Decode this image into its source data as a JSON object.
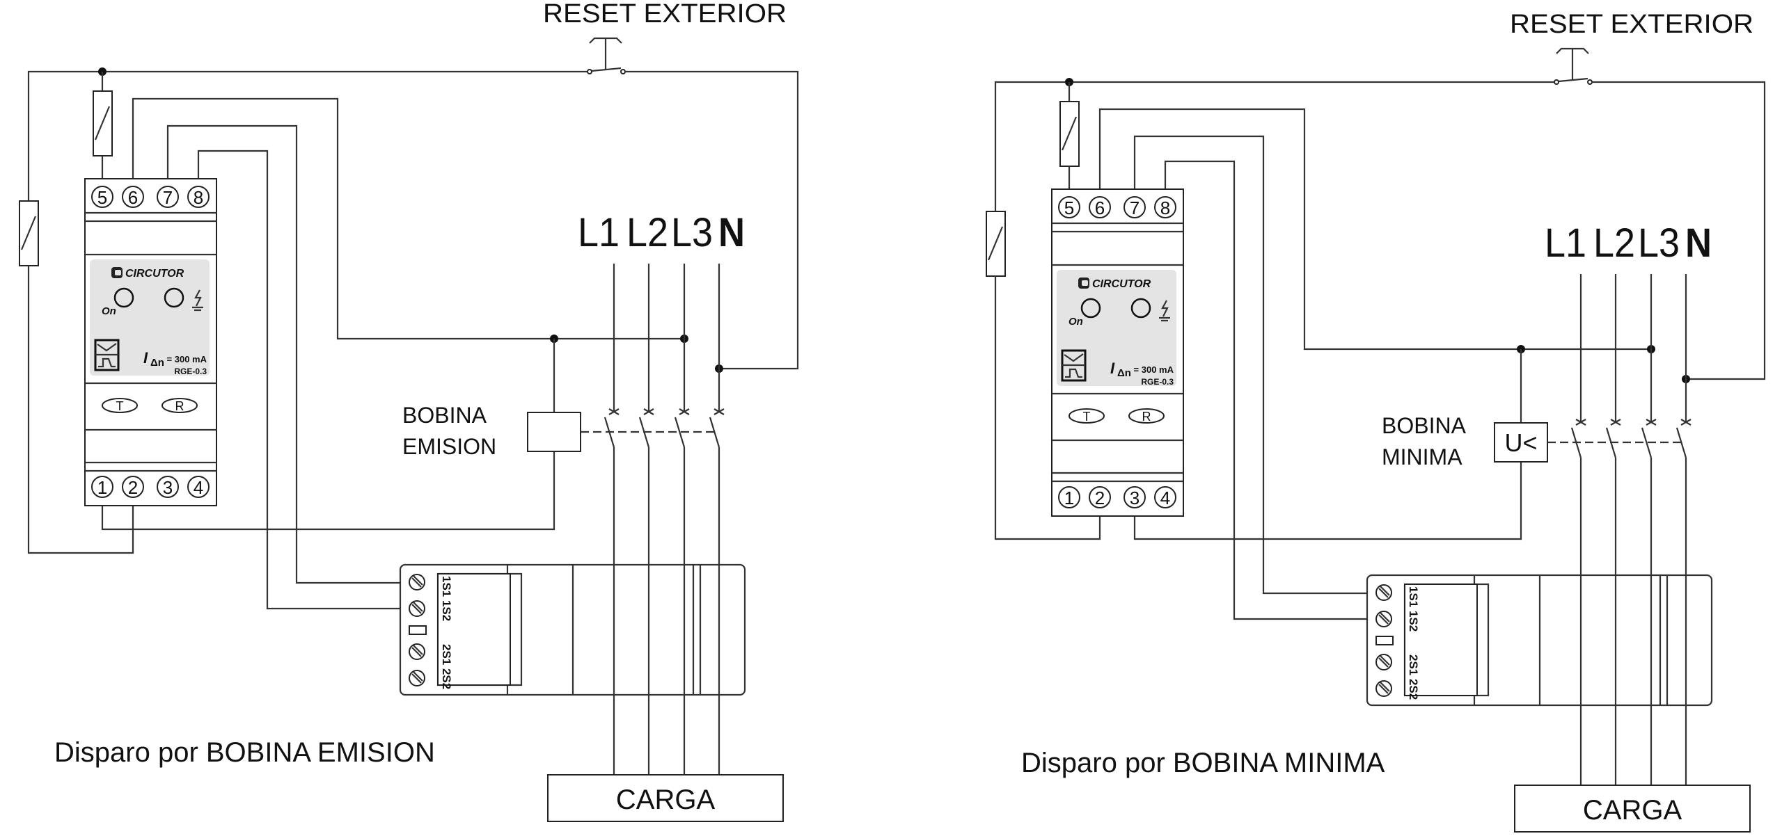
{
  "device": {
    "brand": "CIRCUTOR",
    "top_terminals": [
      "5",
      "6",
      "7",
      "8"
    ],
    "bottom_terminals": [
      "1",
      "2",
      "3",
      "4"
    ],
    "on_label": "On",
    "rating_symbol": "I",
    "rating_delta": "Δn",
    "rating_value": "= 300 mA",
    "model": "RGE-0.3",
    "test_button": "T",
    "reset_button": "R"
  },
  "transformer": {
    "label_top": "1S1 1S2",
    "label_bottom": "2S1 2S2"
  },
  "phases": [
    "L1",
    "L2",
    "L3",
    "N"
  ],
  "load_label": "CARGA",
  "reset_label": "RESET EXTERIOR",
  "diagrams": [
    {
      "coil_label_1": "BOBINA",
      "coil_label_2": "EMISION",
      "coil_symbol": "",
      "caption": "Disparo por BOBINA EMISION"
    },
    {
      "coil_label_1": "BOBINA",
      "coil_label_2": "MINIMA",
      "coil_symbol": "U<",
      "caption": "Disparo por BOBINA MINIMA"
    }
  ],
  "colors": {
    "line": "#333333",
    "panel": "#e4e4e4",
    "ink": "#111111"
  }
}
